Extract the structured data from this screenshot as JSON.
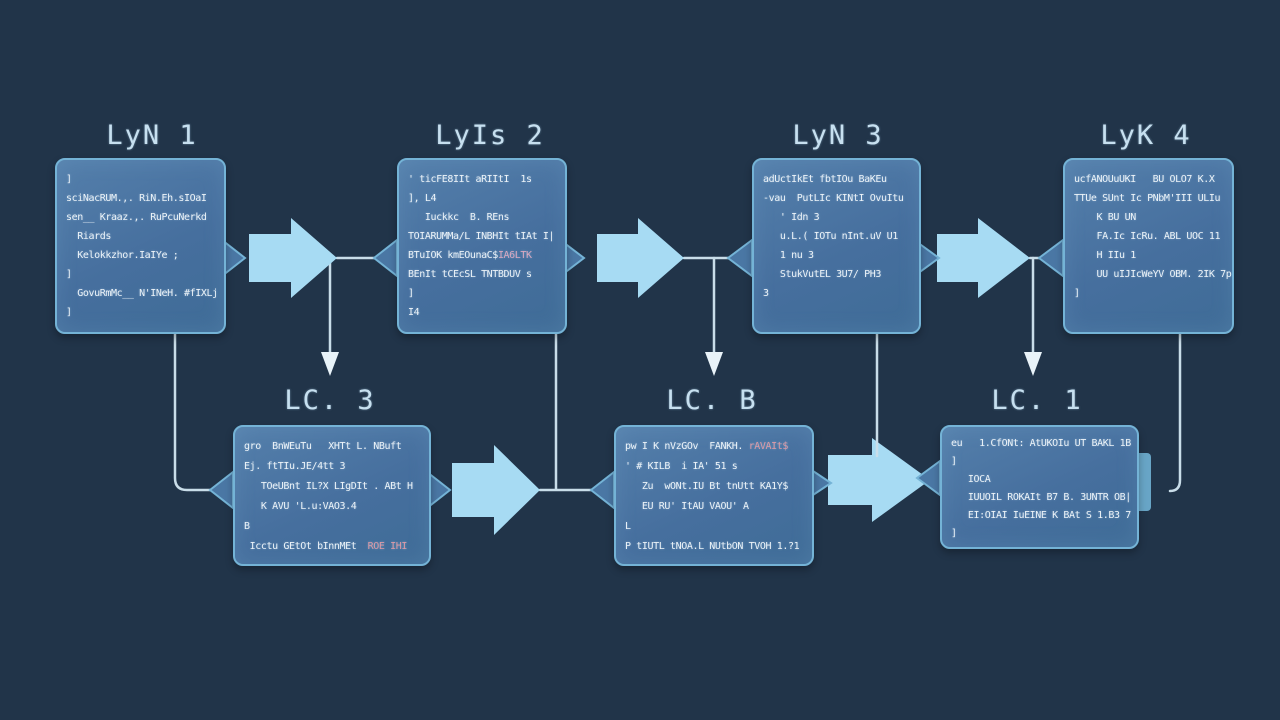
{
  "colors": {
    "background": "#213449",
    "box_fill": "#466f9e",
    "box_border": "#74b3d6",
    "arrow_fill": "#a7dbf3",
    "connector_line": "#c9dde9",
    "down_arrowhead": "#e9f3f9",
    "title_text": "#c7e0f0",
    "code_text": "#ecf3f8",
    "side_tab": "#68a5c6",
    "accent_red": "#dc9aa6"
  },
  "stages": [
    {
      "title": "LyN 1",
      "lines": [
        "]",
        "sciNacRUM.,. RiN.Eh.sIOaI",
        "sen__ Kraaz.,. RuPcuNerkd",
        "  Riards",
        "  Kelokkzhor.IaIYe ;",
        "]",
        "  GovuRmMc__ N'INeH. #fIXLj",
        "]"
      ]
    },
    {
      "title": "LyIs 2",
      "lines": [
        "' ticFE8IIt aRIItI  1s",
        "], L4",
        "   Iuckkc  B. REns",
        "TOIARUMMa/L INBHIt tIAt I|",
        [
          [
            "BTuIOK kmEOunaC$",
            null
          ],
          [
            "IA6LTK",
            "#d8a8c0"
          ]
        ],
        "BEnIt tCEcSL TNTBDUV s",
        "]",
        "I4"
      ]
    },
    {
      "title": "LyN 3",
      "lines": [
        "adUctIkEt fbtIOu BaKEu",
        "-vau  PutLIc KINtI OvuItu",
        "   ' Idn 3",
        "   u.L.( IOTu nInt.uV U1",
        "   1 nu 3",
        "   StukVutEL 3U7/ PH3",
        "3"
      ]
    },
    {
      "title": "LyK 4",
      "lines": [
        "ucfANOUuUKI   BU OLO7 K.X",
        "TTUe SUnt Ic PNbM'III ULIu",
        "    K BU UN",
        "    FA.Ic IcRu. ABL UOC 11",
        "    H IIu 1",
        "    UU uIJIcWeYV OBM. 2IK 7p",
        "]"
      ]
    }
  ],
  "substages": [
    {
      "title": "LC. 3",
      "lines": [
        "gro  BnWEuTu   XHTt L. NBuft",
        "Ej. ftTIu.JE/4tt 3",
        "   TOeUBnt IL?X LIgDIt . ABt H",
        "   K AVU 'L.u:VAO3.4",
        "B",
        [
          [
            " Icctu GEtOt bInnMEt  ",
            null
          ],
          [
            "ROE IHI",
            "#dc9aa6"
          ]
        ]
      ]
    },
    {
      "title": "LC. B",
      "lines": [
        [
          [
            "pw I K nVzGOv  FANKH. ",
            null
          ],
          [
            "rAVAIt$",
            "#dc9aa6"
          ]
        ],
        "' # KILB  i IA' 51 s",
        "   Zu  wONt.IU Bt tnUtt KA1Y$",
        "   EU RU' ItAU VAOU' A",
        "L",
        "P tIUTL tNOA.L NUtbON TVOH 1.?1"
      ]
    },
    {
      "title": "LC. 1",
      "lines": [
        "eu   1.CfONt: AtUKOIu UT BAKL 1B",
        "]",
        "   IOCA",
        "   IUUOIL ROKAIt B7 B. 3UNTR OB|",
        "   EI:OIAI IuEINE K BAt S 1.B3 7 !",
        "]"
      ]
    }
  ]
}
